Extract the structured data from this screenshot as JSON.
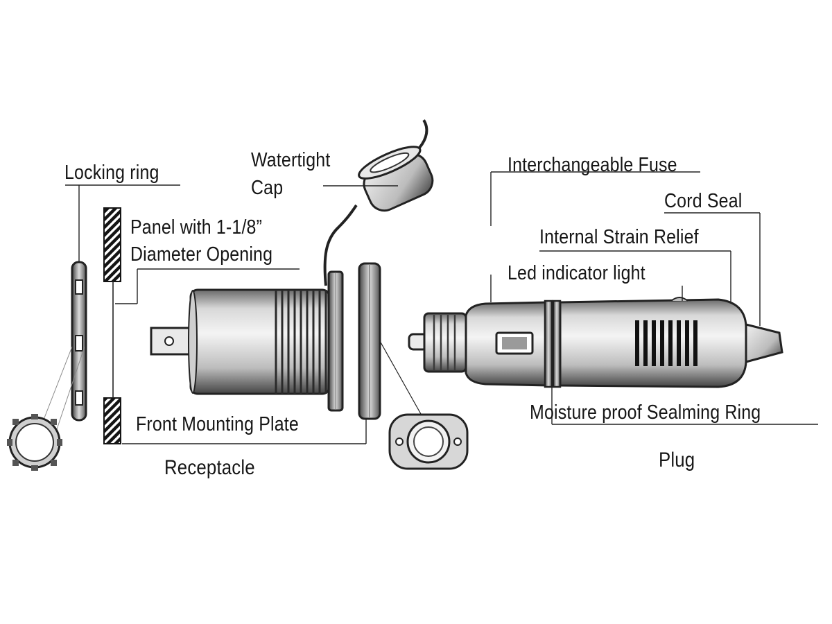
{
  "labels": {
    "locking_ring": "Locking ring",
    "watertight_cap_line1": "Watertight",
    "watertight_cap_line2": "Cap",
    "panel_line1": "Panel with 1-1/8”",
    "panel_line2": "Diameter Opening",
    "front_mounting_plate": "Front Mounting Plate",
    "receptacle": "Receptacle",
    "interchangeable_fuse": "Interchangeable Fuse",
    "cord_seal": "Cord Seal",
    "internal_strain_relief": "Internal Strain Relief",
    "led_indicator_light": "Led indicator light",
    "moisture_proof_ring": "Moisture proof Sealming Ring",
    "plug": "Plug"
  },
  "colors": {
    "ink": "#161616",
    "metal_dark": "#5a5a5a",
    "metal_light": "#e6e6e6",
    "background": "#ffffff"
  }
}
